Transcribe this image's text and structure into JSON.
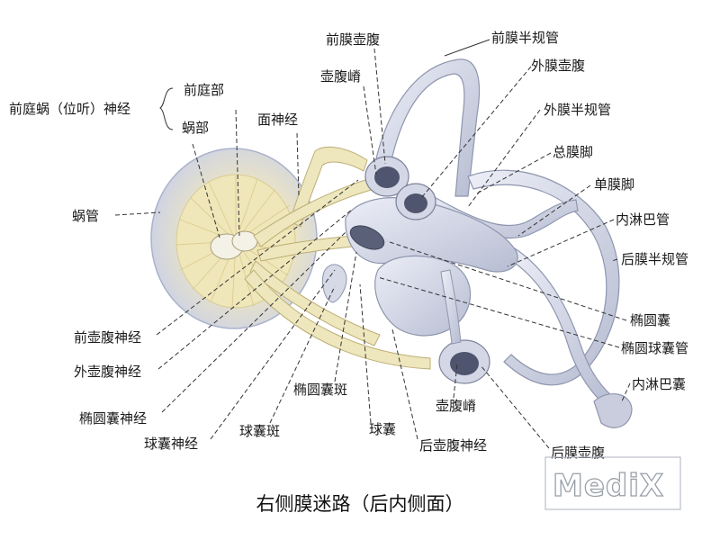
{
  "title": "右侧膜迷路（后内侧面）",
  "watermark": "MediX",
  "labels": {
    "vestibulocochlear_nerve": "前庭蜗（位听）神经",
    "vestibular_part": "前庭部",
    "cochlear_part": "蜗部",
    "facial_nerve": "面神经",
    "cochlear_duct": "蜗管",
    "anterior_ampullary_nerve": "前壶腹神经",
    "lateral_ampullary_nerve": "外壶腹神经",
    "utricular_nerve": "椭圆囊神经",
    "saccular_nerve": "球囊神经",
    "macula_sacculi": "球囊斑",
    "macula_utriculi": "椭圆囊斑",
    "saccule": "球囊",
    "crista_ampullaris_lower": "壶腹嵴",
    "posterior_ampullary_nerve": "后壶腹神经",
    "posterior_membranous_ampulla": "后膜壶腹",
    "anterior_membranous_ampulla": "前膜壶腹",
    "crista_ampullaris_upper": "壶腹嵴",
    "anterior_semicircular_duct": "前膜半规管",
    "lateral_membranous_ampulla": "外膜壶腹",
    "lateral_semicircular_duct": "外膜半规管",
    "common_membranous_crus": "总膜脚",
    "simple_membranous_crus": "单膜脚",
    "endolymphatic_duct": "内淋巴管",
    "posterior_semicircular_duct": "后膜半规管",
    "utricle": "椭圆囊",
    "utriculosaccular_duct": "椭圆球囊管",
    "endolymphatic_sac": "内淋巴囊"
  }
}
